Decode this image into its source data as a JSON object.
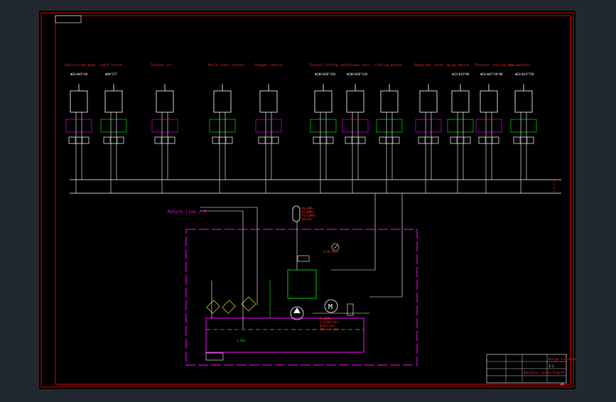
{
  "colors": {
    "background": "#212830",
    "sheet": "#000000",
    "frame": "#e00000",
    "line": "#ffffff",
    "magenta": "#ff00ff",
    "green": "#00ff00",
    "red": "#ff2a2a",
    "yellow": "#ffff00"
  },
  "circuits": [
    {
      "title": "Ladle/slide gate",
      "spec": "Φ63/Φ45*40"
    },
    {
      "title": "Ladle turret",
      "spec": "Φ80*277"
    },
    {
      "title": "Tundish car"
    },
    {
      "title": "Mould level control"
    },
    {
      "title": "Stopper control"
    },
    {
      "title": "Tundish lifting",
      "spec": "Φ100/Φ56*320"
    },
    {
      "title": "Withdrawal unit",
      "spec": "Φ100/Φ56*120"
    },
    {
      "title": "Cutting device"
    },
    {
      "title": "Dummy bar store"
    },
    {
      "title": "Spray device",
      "spec": "Φ32/Φ14*90"
    },
    {
      "title": "Turnover cooling bed",
      "spec": "Φ63/Φ45*50*80"
    },
    {
      "title": "Accumulator",
      "spec": "Φ63/Φ14*750"
    }
  ],
  "station": {
    "feed_label": "Return line / P",
    "accumulator_params": [
      "P0=6MPa",
      "P1=8MPa",
      "P2=14MPa",
      "V0=10L"
    ],
    "pump_params": [
      "P=16MPa",
      "n=1450r/min",
      "Q=63L/min",
      "Tank: 1.2m3"
    ],
    "pressure_line_label": "P=10.5MPa",
    "tank_label": "1.2m3"
  },
  "title_block": {
    "drawing_title": "Hydraulic System Diagram",
    "company": "Design Institute",
    "scale_label": "1:1",
    "sheet_label": "A1"
  }
}
